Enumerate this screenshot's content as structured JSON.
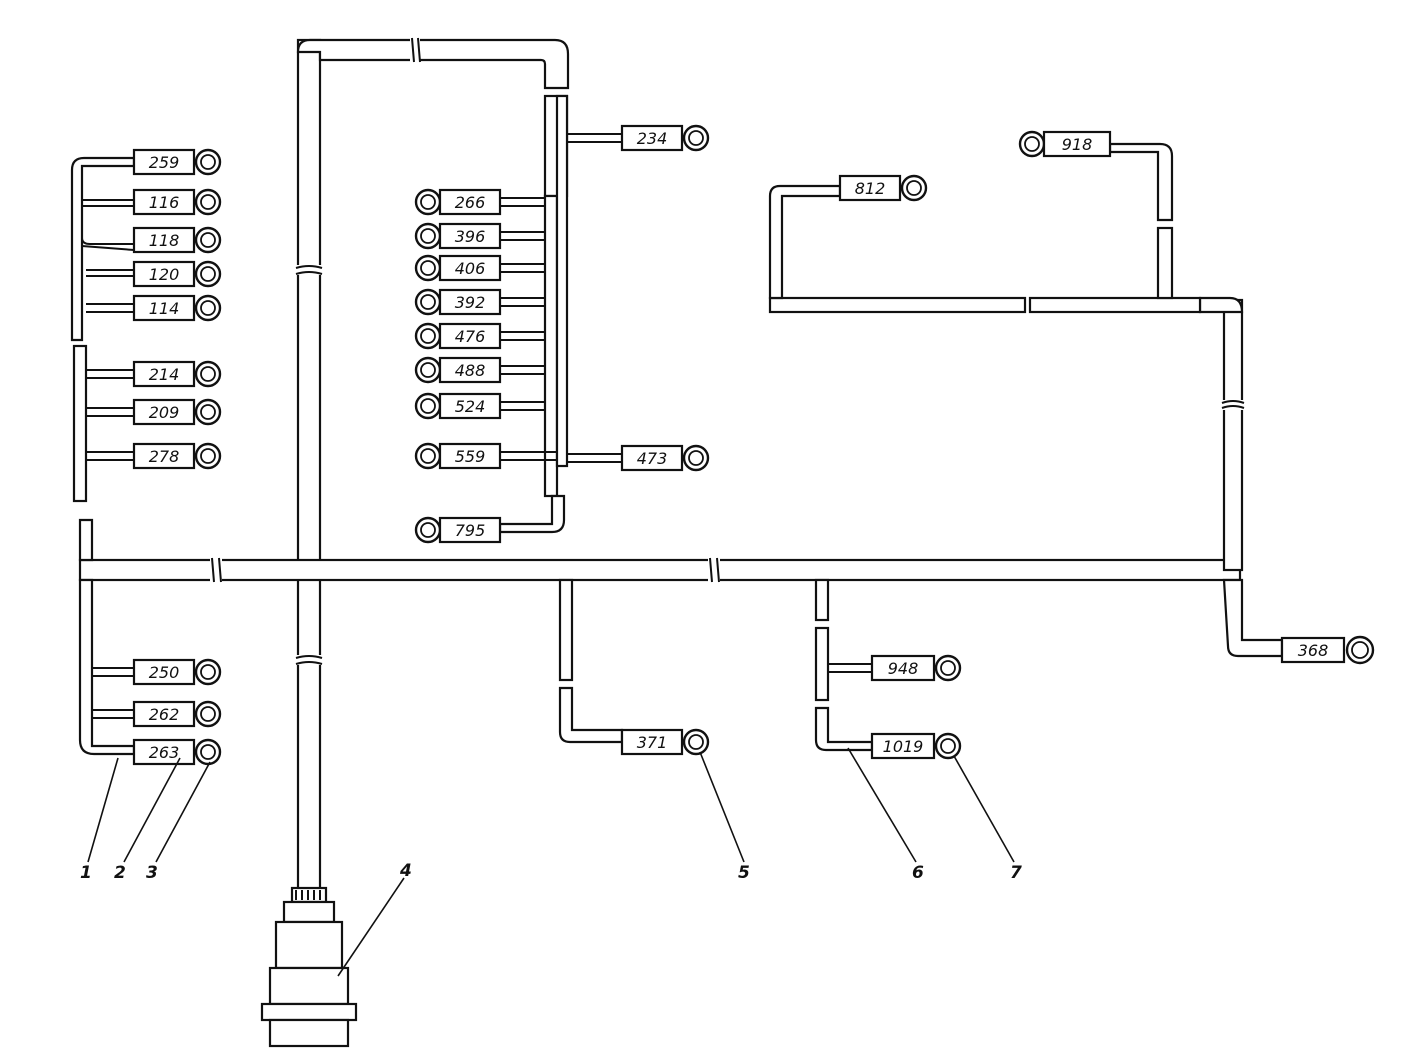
{
  "harness": {
    "left_group_top": [
      "259",
      "116",
      "118",
      "120",
      "114"
    ],
    "left_group_mid": [
      "214",
      "209",
      "278"
    ],
    "left_group_bottom": [
      "250",
      "262",
      "263"
    ],
    "center_column": [
      "266",
      "396",
      "406",
      "392",
      "476",
      "488",
      "524",
      "559",
      "795"
    ],
    "center_right": [
      "234",
      "473"
    ],
    "right_top": [
      "812",
      "918"
    ],
    "right_end": "368",
    "bottom_branches": [
      "371",
      "948",
      "1019"
    ]
  },
  "callouts": [
    "1",
    "2",
    "3",
    "4",
    "5",
    "6",
    "7"
  ]
}
